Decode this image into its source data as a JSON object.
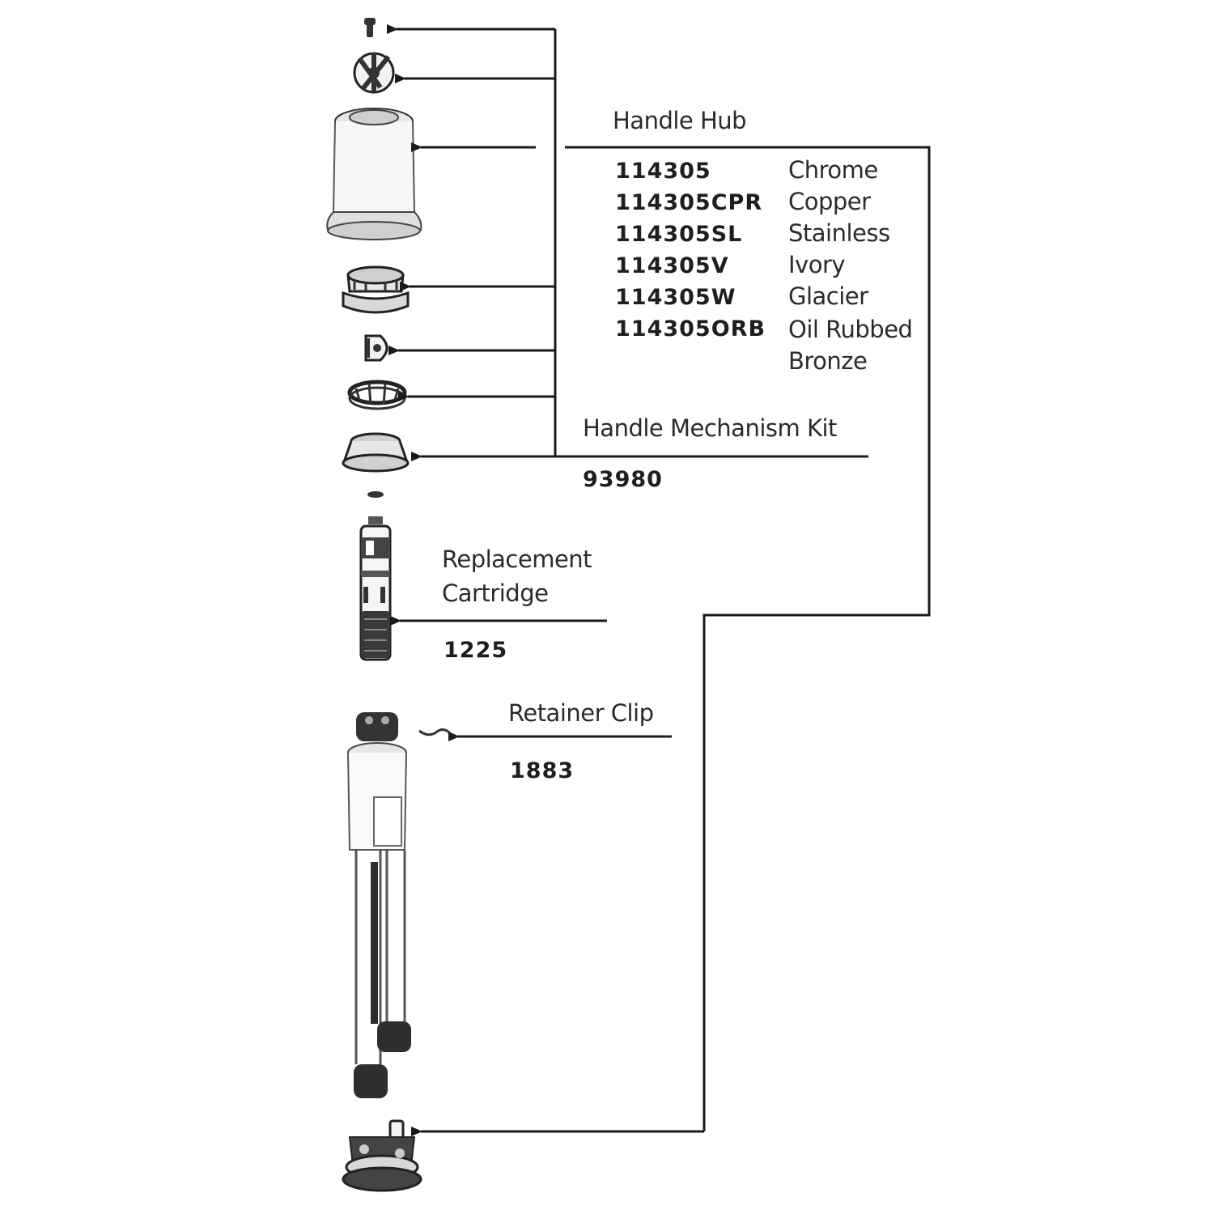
{
  "handle_hub": {
    "label": "Handle Hub",
    "options": [
      {
        "part": "114305",
        "finish": "Chrome"
      },
      {
        "part": "114305CPR",
        "finish": "Copper"
      },
      {
        "part": "114305SL",
        "finish": "Stainless"
      },
      {
        "part": "114305V",
        "finish": "Ivory"
      },
      {
        "part": "114305W",
        "finish": "Glacier"
      },
      {
        "part": "114305ORB",
        "finish": "Oil Rubbed Bronze"
      }
    ]
  },
  "handle_mechanism_kit": {
    "label": "Handle Mechanism Kit",
    "part": "93980"
  },
  "replacement_cartridge": {
    "label_line1": "Replacement",
    "label_line2": "Cartridge",
    "part": "1225"
  },
  "retainer_clip": {
    "label": "Retainer Clip",
    "part": "1883"
  },
  "colors": {
    "line": "#1a1a1a",
    "part_fill": "#f2f2f2",
    "part_stroke": "#222222"
  }
}
